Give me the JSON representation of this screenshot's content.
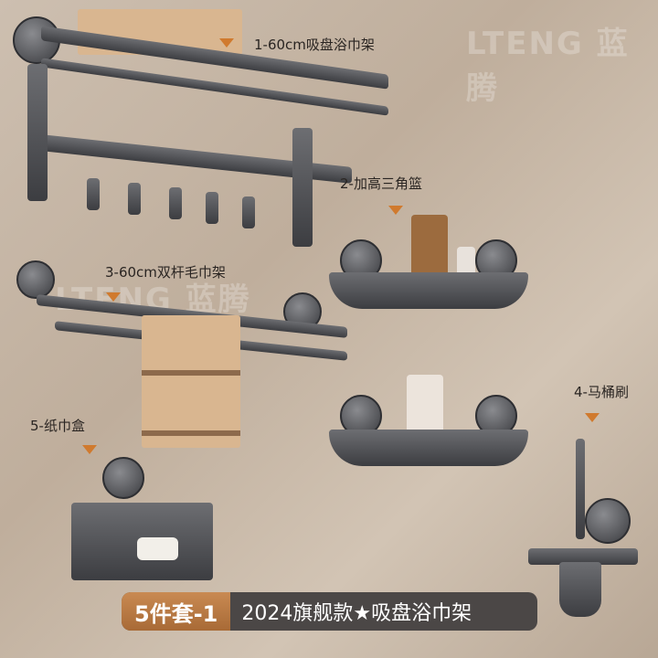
{
  "watermark": "LTENG 蓝腾",
  "labels": {
    "item1": "1-60cm吸盘浴巾架",
    "item2": "2-加高三角篮",
    "item3": "3-60cm双杆毛巾架",
    "item4": "4-马桶刷",
    "item5": "5-纸巾盒"
  },
  "bottom_bar": {
    "bundle": "5件套-1",
    "title": "2024旗舰款★吸盘浴巾架"
  },
  "colors": {
    "accent": "#c98a52",
    "pointer": "#d07a2e",
    "bar": "#4b4746"
  }
}
